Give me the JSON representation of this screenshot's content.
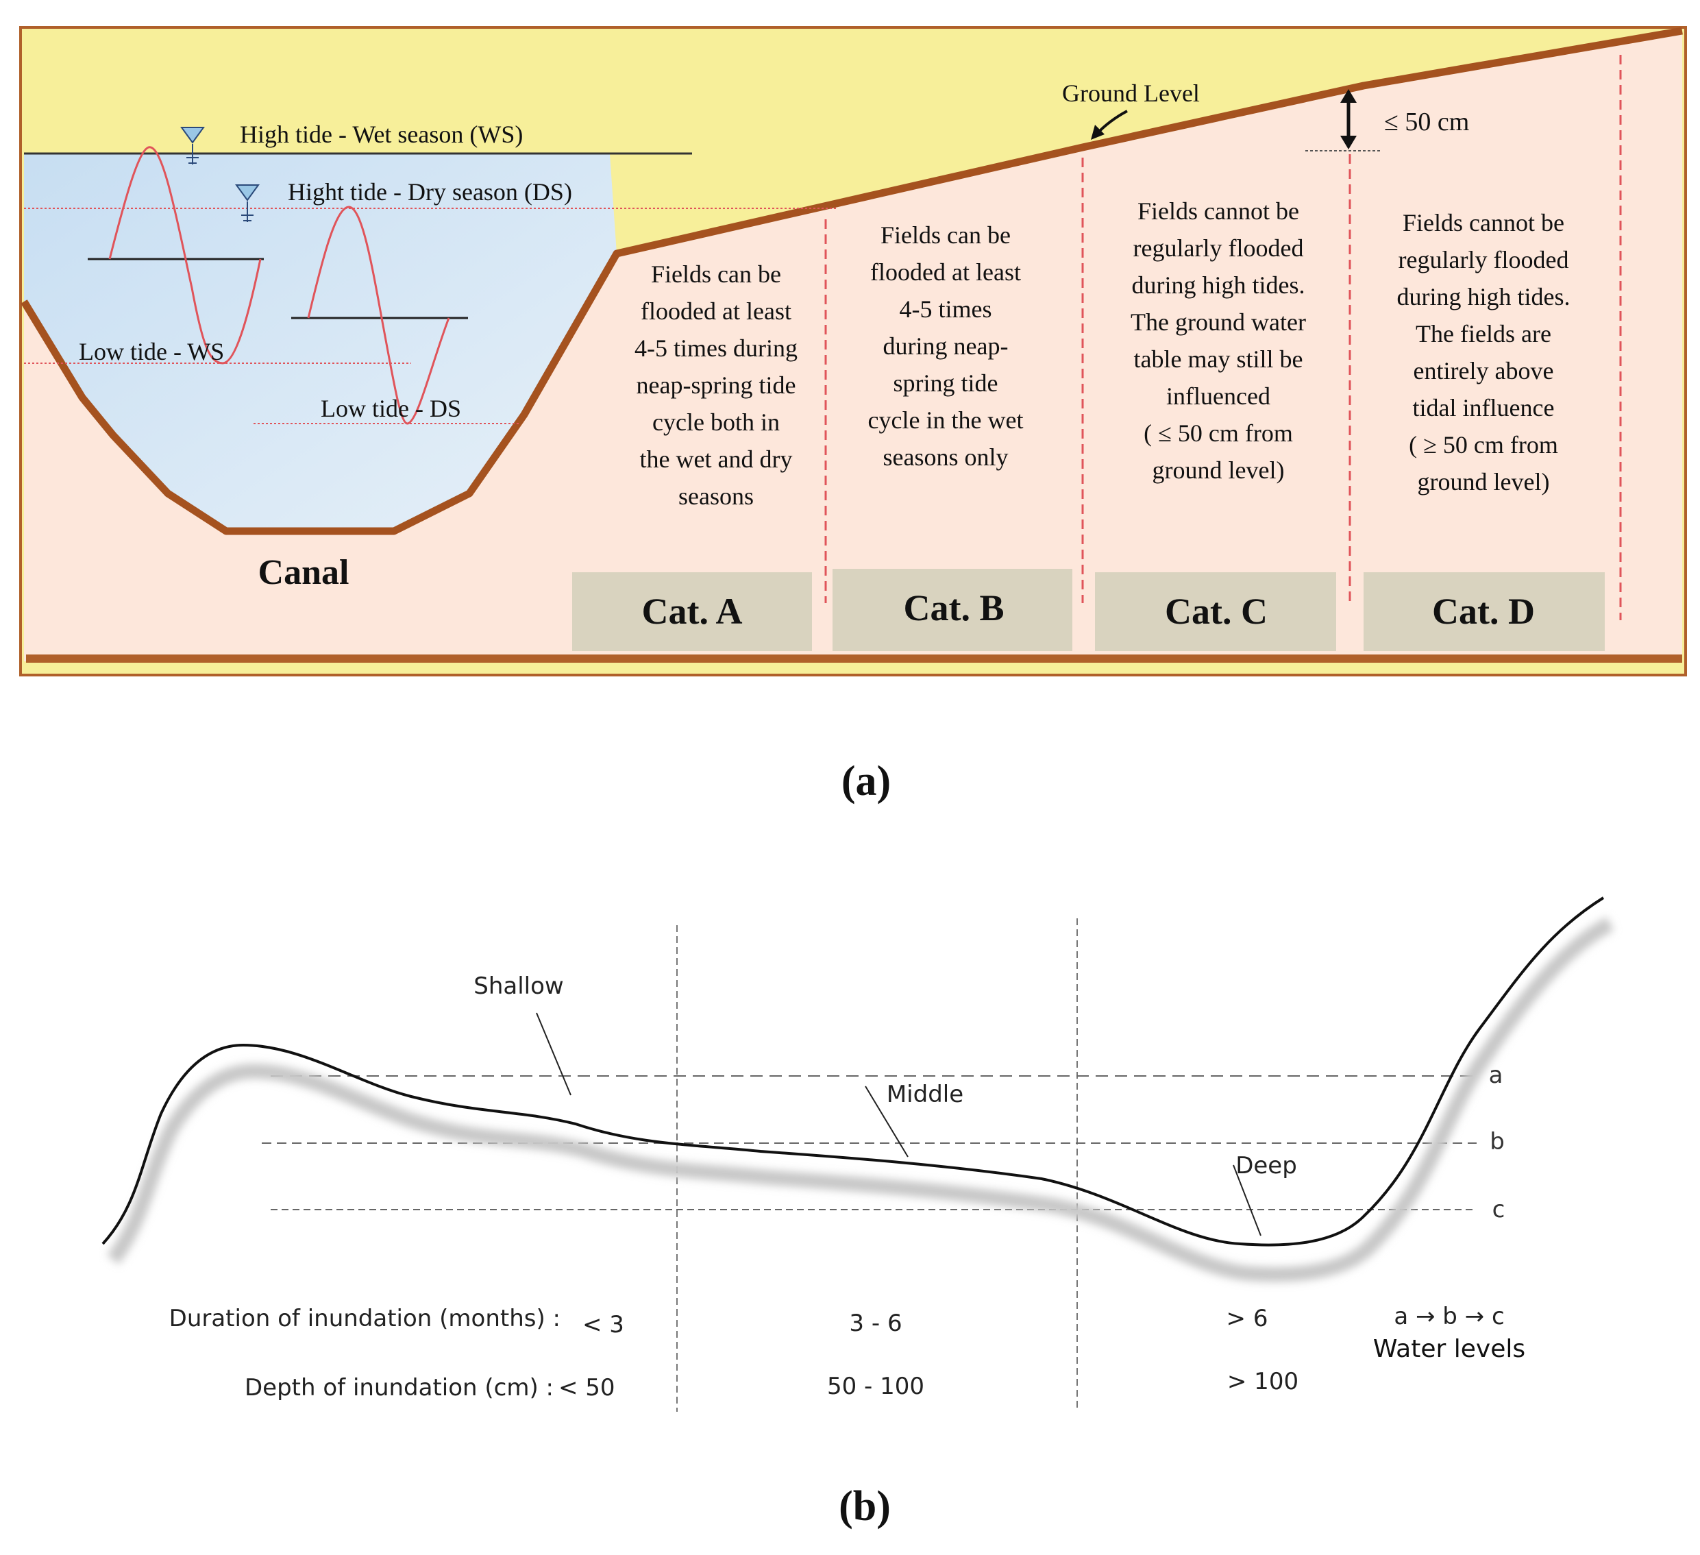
{
  "panel_a": {
    "labels": {
      "high_tide_ws": "High tide - Wet season  (WS)",
      "high_tide_ds": "Hight tide - Dry season  (DS)",
      "low_tide_ws": "Low tide - WS",
      "low_tide_ds": "Low tide - DS",
      "ground_level": "Ground Level",
      "threshold": "≤ 50 cm",
      "canal": "Canal"
    },
    "categories": [
      {
        "label": "Cat. A",
        "description": [
          "Fields can be",
          "flooded at least",
          "4-5 times during",
          "neap-spring tide",
          "cycle both in",
          "the wet and dry",
          "seasons"
        ]
      },
      {
        "label": "Cat. B",
        "description": [
          "Fields can be",
          "flooded at least",
          "4-5 times",
          "during neap-",
          "spring tide",
          "cycle in the wet",
          "seasons only"
        ]
      },
      {
        "label": "Cat. C",
        "description": [
          "Fields cannot be",
          "regularly flooded",
          "during high tides.",
          "The ground water",
          "table may still be",
          "influenced",
          "( ≤ 50 cm from",
          "ground level)"
        ]
      },
      {
        "label": "Cat. D",
        "description": [
          "Fields cannot be",
          "regularly flooded",
          "during high tides.",
          "The fields are",
          "entirely above",
          "tidal influence",
          "( ≥ 50 cm from",
          "ground level)"
        ]
      }
    ],
    "colors": {
      "sky": "#f7ef9a",
      "water": "#cfe3f3",
      "soil": "#fde7db",
      "ground_line": "#a5521f",
      "tide_curve": "#e0545a",
      "category_box": "#d9d3bf"
    }
  },
  "panel_a_caption": "(a)",
  "panel_b": {
    "zones": [
      "Shallow",
      "Middle",
      "Deep"
    ],
    "water_levels": [
      "a",
      "b",
      "c"
    ],
    "legend_sequence": "a → b → c",
    "legend_label": "Water levels",
    "duration_label": "Duration of inundation (months) :",
    "depth_label": "Depth of inundation (cm) :",
    "duration_values": [
      "< 3",
      "3 - 6",
      "> 6"
    ],
    "depth_values": [
      "< 50",
      "50 - 100",
      "> 100"
    ]
  },
  "panel_b_caption": "(b)"
}
